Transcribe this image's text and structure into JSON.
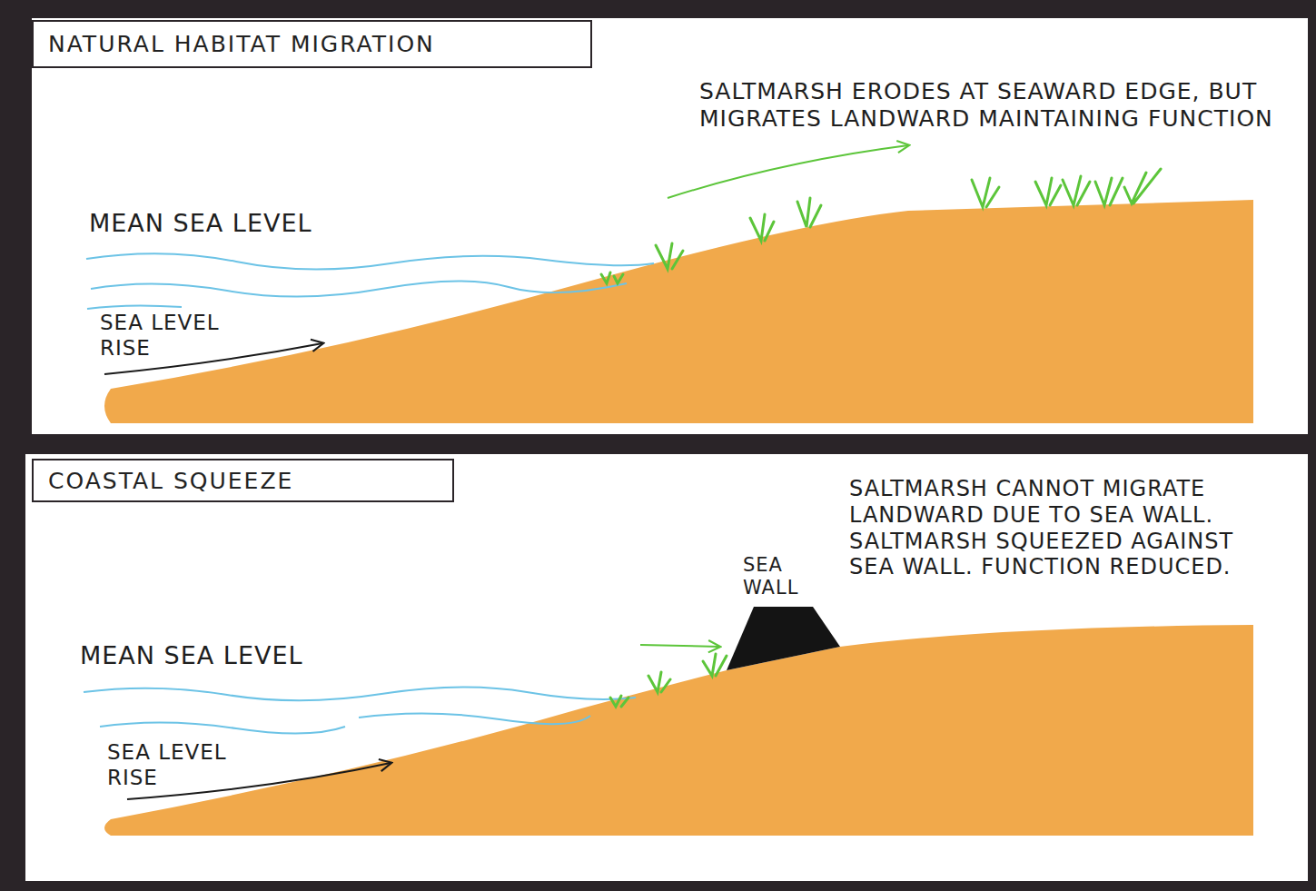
{
  "diagram": {
    "nodes": [
      {
        "text": [
          "NATURAL HABITAT MIGRATION"
        ]
      },
      {
        "text": [
          "COASTAL SQUEEZE"
        ]
      }
    ],
    "labels": [
      "SALTMARSH ERODES AT SEAWARD EDGE, BUT MIGRATES LANDWARD MAINTAINING FUNCTION",
      "MEAN SEA LEVEL",
      "SEA LEVEL RISE",
      "MEAN SEA LEVEL",
      "SEA LEVEL RISE",
      "SEA WALL",
      "SALTMARSH CANNOT MIGRATE LANDWARD DUE TO SEA WALL. SALTMARSH SQUEEZED AGAINST SEA WALL. FUNCTION REDUCED."
    ]
  }
}
